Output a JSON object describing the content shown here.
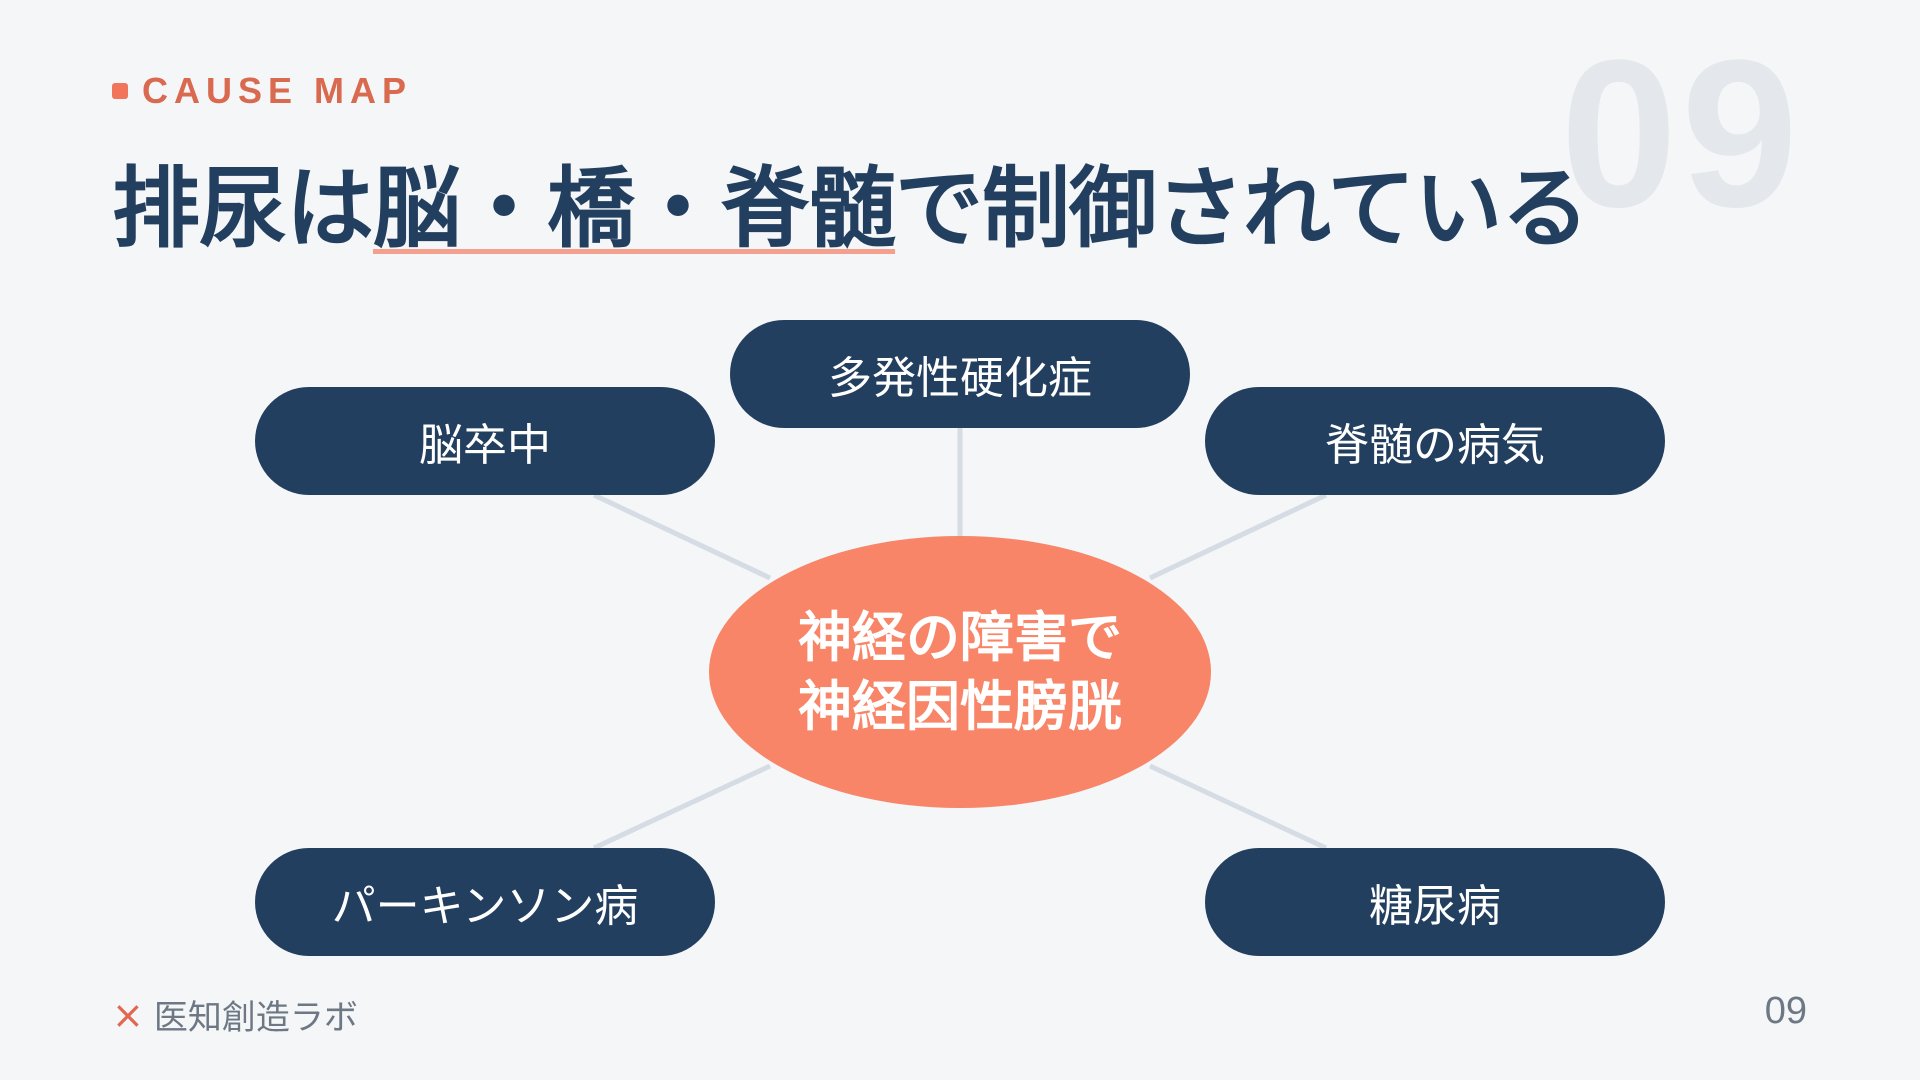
{
  "header": {
    "eyebrow": "CAUSE MAP",
    "slide_number": "09"
  },
  "title": {
    "prefix": "排尿は",
    "highlight": "脳・橋・脊髄",
    "suffix": "で制御されている"
  },
  "diagram": {
    "center": {
      "line1": "神経の障害で",
      "line2": "神経因性膀胱"
    },
    "nodes": {
      "top": "多発性硬化症",
      "upper_left": "脳卒中",
      "upper_right": "脊髄の病気",
      "lower_left": "パーキンソン病",
      "lower_right": "糖尿病"
    }
  },
  "footer": {
    "brand_icon": "×",
    "brand": "医知創造ラボ",
    "page": "09"
  },
  "colors": {
    "node": "#233f5f",
    "center": "#f88567",
    "accent": "#f0755a",
    "link": "#d5dce4"
  }
}
